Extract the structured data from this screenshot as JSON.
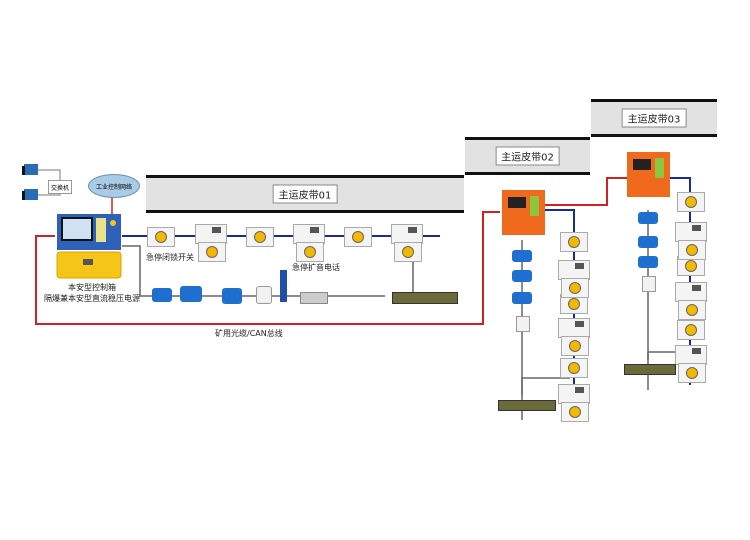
{
  "diagram": {
    "network": {
      "switch_label": "交换机",
      "network_label": "工业控制网络"
    },
    "main_controller": {
      "line1": "本安型控制箱",
      "line2": "隔爆兼本安型直流稳压电源"
    },
    "belts": [
      {
        "label": "主运皮带01"
      },
      {
        "label": "主运皮带02"
      },
      {
        "label": "主运皮带03"
      }
    ],
    "device_labels": {
      "estop_switch": "急停闭锁开关",
      "estop_phone": "急停扩音电话"
    },
    "bus_label": "矿用光缆/CAN总线",
    "colors": {
      "bus_red": "#d42020",
      "can_blue": "#1a2a9a",
      "cable_gray": "#666666",
      "controller_orange": "#f06a1e",
      "controller_blue": "#2e62b8",
      "psu_yellow": "#f5c518",
      "belt_gray": "#e2e2e2",
      "network_blue": "#a9cbe6"
    }
  }
}
